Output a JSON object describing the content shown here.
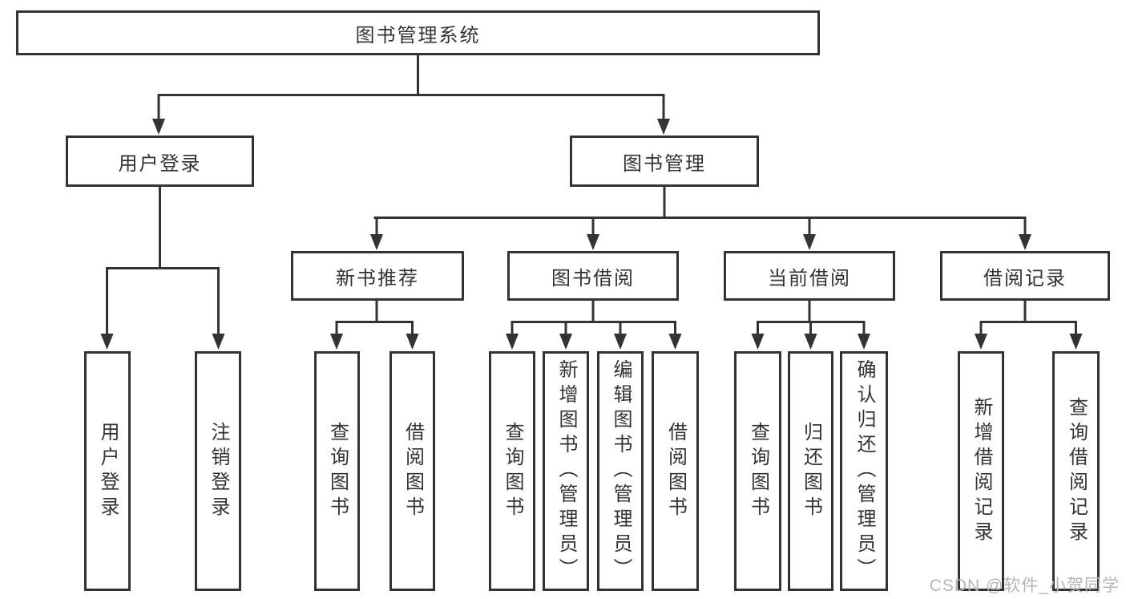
{
  "tree": {
    "root": {
      "label": "图书管理系统"
    },
    "level1": [
      {
        "label": "用户登录",
        "leaves": [
          {
            "label": "用户登录"
          },
          {
            "label": "注销登录"
          }
        ]
      },
      {
        "label": "图书管理",
        "modules": [
          {
            "label": "新书推荐",
            "leaves": [
              {
                "label": "查询图书"
              },
              {
                "label": "借阅图书"
              }
            ]
          },
          {
            "label": "图书借阅",
            "leaves": [
              {
                "label": "查询图书"
              },
              {
                "label": "新增图书（管理员）"
              },
              {
                "label": "编辑图书（管理员）"
              },
              {
                "label": "借阅图书"
              }
            ]
          },
          {
            "label": "当前借阅",
            "leaves": [
              {
                "label": "查询图书"
              },
              {
                "label": "归还图书"
              },
              {
                "label": "确认归还（管理员）"
              }
            ]
          },
          {
            "label": "借阅记录",
            "leaves": [
              {
                "label": "新增借阅记录"
              },
              {
                "label": "查询借阅记录"
              }
            ]
          }
        ]
      }
    ]
  },
  "watermark": {
    "text": "CSDN @软件_小贺同学"
  },
  "colors": {
    "line": "#333333",
    "text": "#333333",
    "background": "#ffffff",
    "watermark": "#b5b5b5"
  }
}
